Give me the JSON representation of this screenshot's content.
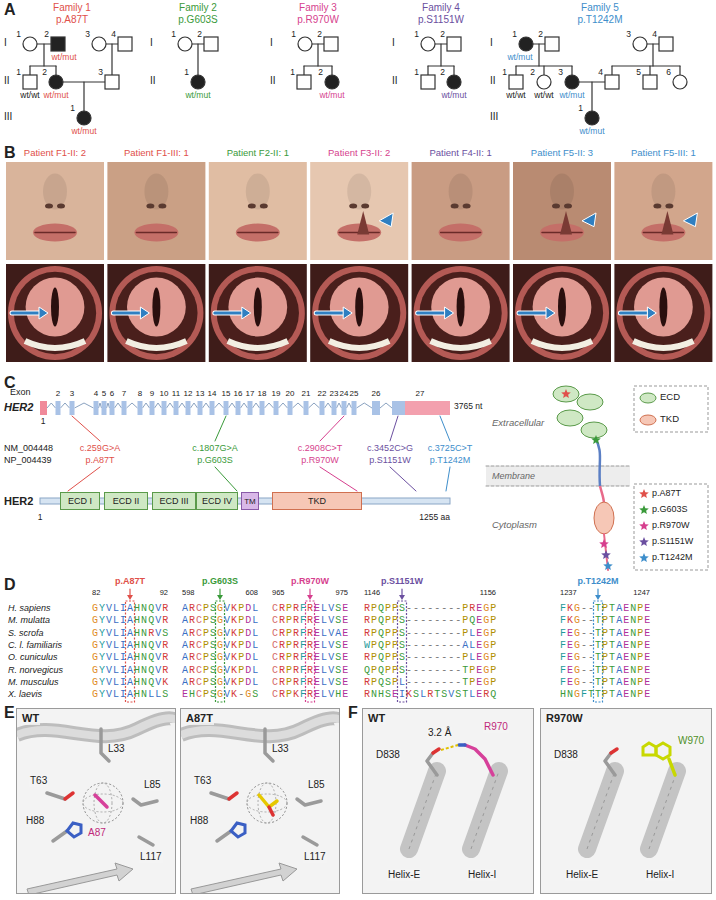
{
  "diagram": {
    "nodes": [
      {
        "text": [
          "ECD I"
        ]
      },
      {
        "text": [
          "ECD II"
        ]
      },
      {
        "text": [
          "ECD III"
        ]
      },
      {
        "text": [
          "ECD IV"
        ]
      },
      {
        "text": [
          "TM"
        ]
      },
      {
        "text": [
          "TKD"
        ]
      },
      {
        "text": [
          "WT",
          "L33",
          "T63",
          "H88",
          "A87",
          "L85",
          "L117"
        ]
      },
      {
        "text": [
          "A87T",
          "L33",
          "T63",
          "H88",
          "L85",
          "L117"
        ]
      },
      {
        "text": [
          "WT",
          "D838",
          "3.2 Å",
          "R970",
          "Helix-E",
          "Helix-I"
        ]
      },
      {
        "text": [
          "R970W",
          "D838",
          "W970",
          "Helix-E",
          "Helix-I"
        ]
      }
    ],
    "labels": [
      "A",
      "Family 1",
      "p.A87T",
      "I",
      "II",
      "III",
      "1",
      "2",
      "3",
      "4",
      "1",
      "2",
      "3",
      "1",
      "wt/mut",
      "wt/wt",
      "wt/mut",
      "wt/mut",
      "Family 2",
      "p.G603S",
      "I",
      "II",
      "1",
      "2",
      "1",
      "wt/mut",
      "Family 3",
      "p.R970W",
      "I",
      "II",
      "1",
      "2",
      "1",
      "2",
      "wt/mut",
      "Family 4",
      "p.S1151W",
      "I",
      "II",
      "1",
      "2",
      "1",
      "2",
      "wt/mut",
      "Family 5",
      "p.T1242M",
      "I",
      "II",
      "III",
      "1",
      "2",
      "3",
      "4",
      "1",
      "2",
      "3",
      "4",
      "5",
      "6",
      "1",
      "wt/mut",
      "wt/wt",
      "wt/wt",
      "wt/mut",
      "wt/mut",
      "B",
      "Patient F1-II: 2",
      "Patient F1-III: 1",
      "Patient F2-II: 1",
      "Patient F3-II: 2",
      "Patient F4-II: 1",
      "Patient F5-II: 3",
      "Patient F5-III: 1",
      "C",
      "Exon",
      "2",
      "3",
      "4",
      "5",
      "6",
      "7",
      "8",
      "9",
      "10",
      "11",
      "12",
      "13",
      "14",
      "15",
      "16",
      "17",
      "18",
      "19",
      "20",
      "21",
      "22",
      "23",
      "24",
      "25",
      "26",
      "27",
      "HER2",
      "1",
      "3765 nt",
      "NM_004448",
      "NP_004439",
      "c.259G>A",
      "p.A87T",
      "c.1807G>A",
      "p.G603S",
      "c.2908C>T",
      "p.R970W",
      "c.3452C>G",
      "p.S1151W",
      "c.3725C>T",
      "p.T1242M",
      "HER2",
      "1",
      "1255 aa",
      "Extracellular",
      "Membrane",
      "Cytoplasm",
      "D",
      "p.A87T",
      "p.G603S",
      "p.R970W",
      "p.S1151W",
      "p.T1242M",
      "82",
      "92",
      "598",
      "608",
      "965",
      "975",
      "1146",
      "1156",
      "1237",
      "1247",
      "H. sapiens",
      "GYVLIAHNQVR",
      "ARCPSGVKPDL",
      "CRPRFRELVSE",
      "RPQPPS--------PREGP",
      "FKG--TPTAENPE",
      "M. mulatta",
      "GYVLIAHNQVR",
      "ARCPSGVKPDL",
      "CRPRFRELVSE",
      "RPQPPS--------PQEGP",
      "FKG--TPTAENPE",
      "S. scrofa",
      "GYVLIAHNRVS",
      "ARCPSGVKPDL",
      "CRPRFRELVAE",
      "RPQPPS--------PLEGP",
      "FEG--TPTAENPE",
      "C. l. familiaris",
      "GYVLIAHNQVR",
      "ARCPSGVKPDL",
      "CRPRFRELVSE",
      "WPQPPS--------ALEGP",
      "FEG--TPTAENPE",
      "O. cuniculus",
      "GYVLIAHNQVR",
      "ARCPSGVKPDL",
      "CRPRFRELVSE",
      "RPQPPS--------PLEGP",
      "FEG--TPTAENPE",
      "R. norvegicus",
      "GYVLIAHNQVR",
      "ARCPSGVKPDL",
      "CRPRFRELVSE",
      "QPQPPS--------TPEGP",
      "FEG--TPTAENPE",
      "M. musculus",
      "GYVLIAHNQVK",
      "ARCPSGVKPDL",
      "CRPRFRELVSE",
      "RPQSPL--------TPEGP",
      "FEG--TPTAENPE",
      "X. laevis",
      "GYVLIAHNLLS",
      "EHCPSGVK-GS",
      "CRPKFRELVHE",
      "RNHSEIKSLRTSVSTLERQ",
      "HNGFTTPTAENPE",
      "E",
      "F"
    ],
    "legend": [
      {
        "text": "ECD",
        "color": "#cfe8c4"
      },
      {
        "text": "TKD",
        "color": "#f6c7b6"
      },
      {
        "text": "p.A87T"
      },
      {
        "text": "p.G603S"
      },
      {
        "text": "p.R970W"
      },
      {
        "text": "p.S1151W"
      },
      {
        "text": "p.T1242M"
      }
    ]
  }
}
